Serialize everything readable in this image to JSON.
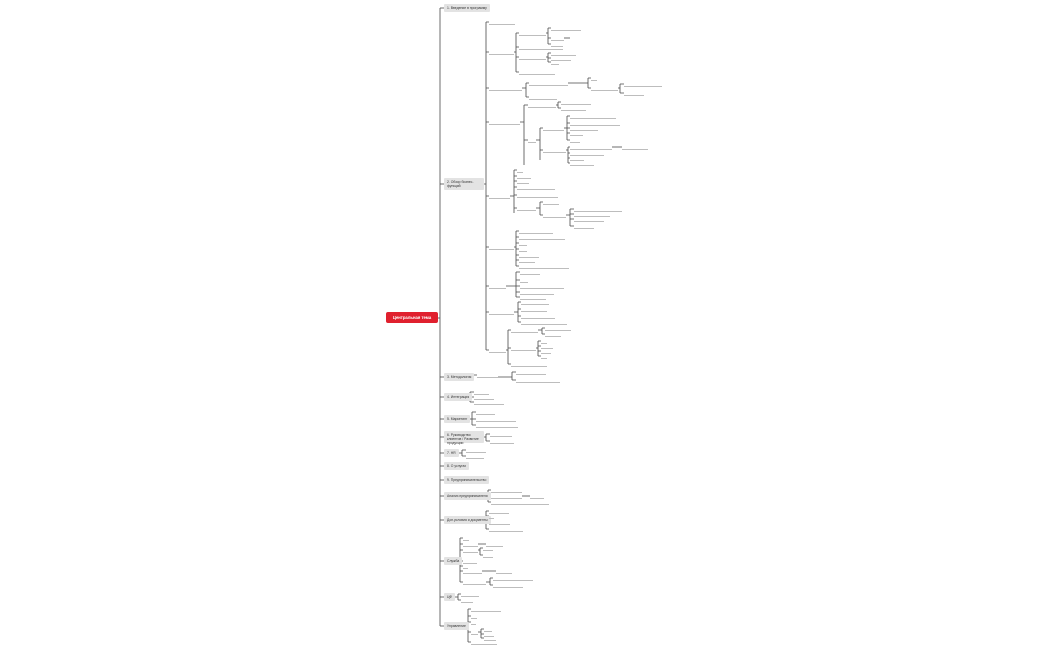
{
  "root": {
    "label": "Центральная тема"
  },
  "branches": [
    {
      "id": "b1",
      "label": "1. Введение в программу"
    },
    {
      "id": "b2",
      "label": "2. Обзор бизнес-функций"
    },
    {
      "id": "b3",
      "label": "3. Методология"
    },
    {
      "id": "b4",
      "label": "4. Интеграция"
    },
    {
      "id": "b5",
      "label": "5. Маркетинг"
    },
    {
      "id": "b6",
      "label": "6. Руководство клиентов / Развитие продукции"
    },
    {
      "id": "b7",
      "label": "7. HR"
    },
    {
      "id": "b8",
      "label": "8. О услугах"
    },
    {
      "id": "b9",
      "label": "9. Предпринимательство"
    },
    {
      "id": "b10",
      "label": "Анализ предпринимателя"
    },
    {
      "id": "b11",
      "label": "Доп.условия и документы"
    },
    {
      "id": "b12",
      "label": "Служба"
    },
    {
      "id": "b13",
      "label": "ЦФ"
    },
    {
      "id": "b14",
      "label": "Управление"
    }
  ],
  "colors": {
    "root": "#e0202e",
    "branch_fill": "#e3e3e3",
    "link": "#4a4a4a",
    "leaf_text": "#8a8a8a"
  }
}
